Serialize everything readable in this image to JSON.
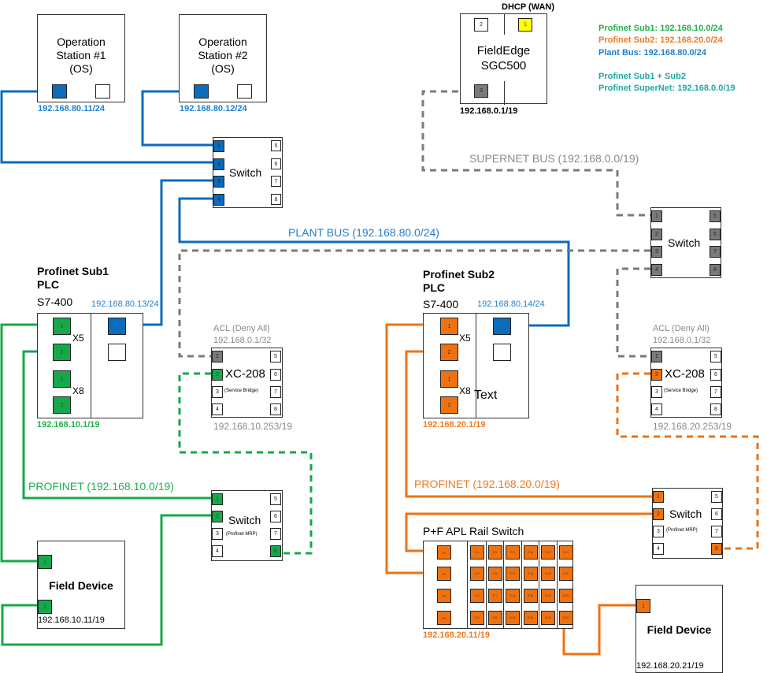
{
  "colors": {
    "plant_bus": "#0b6bbd",
    "profinet_sub1": "#16a84a",
    "profinet_sub2": "#ee7211",
    "supernet": "#7a7a7a",
    "wan_port": "#ffff00",
    "legend_teal": "#21a8a0"
  },
  "legend": {
    "sub1": "Profinet Sub1: 192.168.10.0/24",
    "sub2": "Profinet Sub2: 192.168.20.0/24",
    "plant": "Plant Bus: 192.168.80.0/24",
    "supernet_line1": "Profinet Sub1 + Sub2",
    "supernet_line2": "Profinet SuperNet: 192.168.0.0/19"
  },
  "bus_labels": {
    "plant_bus": "PLANT BUS (192.168.80.0/24)",
    "supernet_bus": "SUPERNET BUS (192.168.0.0/19)",
    "profinet1": "PROFINET (192.168.10.0/19)",
    "profinet2": "PROFINET (192.168.20.0/19)"
  },
  "os1": {
    "line1": "Operation",
    "line2": "Station #1",
    "line3": "(OS)",
    "ip": "192.168.80.11/24"
  },
  "os2": {
    "line1": "Operation",
    "line2": "Station #2",
    "line3": "(OS)",
    "ip": "192.168.80.12/24"
  },
  "fieldedge": {
    "top_label": "DHCP (WAN)",
    "line1": "FieldEdge",
    "line2": "SGC500",
    "ip": "192.168.0.1/19",
    "ports": [
      "1",
      "2",
      "3"
    ]
  },
  "plant_switch": {
    "label": "Switch",
    "ports": [
      "1",
      "2",
      "3",
      "4",
      "5",
      "6",
      "7",
      "8"
    ]
  },
  "supernet_switch": {
    "label": "Switch",
    "ports": [
      "1",
      "2",
      "3",
      "4",
      "5",
      "6",
      "7",
      "8"
    ]
  },
  "plc1": {
    "title1": "Profinet Sub1",
    "title2": "PLC",
    "model": "S7-400",
    "plant_ip": "192.168.80.13/24",
    "profinet_ip": "192.168.10.1/19",
    "x5": "X5",
    "x8": "X8",
    "ports": [
      "1",
      "2",
      "1",
      "2"
    ]
  },
  "plc2": {
    "title1": "Profinet Sub2",
    "title2": "PLC",
    "model": "S7-400",
    "plant_ip": "192.168.80.14/24",
    "profinet_ip": "192.168.20.1/19",
    "x5": "X5",
    "x8": "X8",
    "extra_text": "Text",
    "ports": [
      "1",
      "2",
      "1",
      "2"
    ]
  },
  "xc1": {
    "acl": "ACL (Deny All)",
    "acl_ip": "192.168.0.1/32",
    "label": "XC-208",
    "sub": "(Service Bridge)",
    "ip": "192.168.10.253/19",
    "ports": [
      "1",
      "2",
      "3",
      "4",
      "5",
      "6",
      "7",
      "8"
    ]
  },
  "xc2": {
    "acl": "ACL (Deny All)",
    "acl_ip": "192.168.0.1/32",
    "label": "XC-208",
    "sub": "(Service Bridge)",
    "ip": "192.168.20.253/19",
    "ports": [
      "1",
      "2",
      "3",
      "4",
      "5",
      "6",
      "7",
      "8"
    ]
  },
  "mrp1": {
    "label": "Switch",
    "sub": "(Profinet MRP)",
    "ports": [
      "1",
      "2",
      "3",
      "4",
      "5",
      "6",
      "7",
      "8"
    ]
  },
  "mrp2": {
    "label": "Switch",
    "sub": "(Profinet MRP)",
    "ports": [
      "1",
      "2",
      "3",
      "4",
      "5",
      "6",
      "7",
      "8"
    ]
  },
  "field1": {
    "label": "Field Device",
    "ip": "192.168.10.11/19",
    "ports": [
      "1",
      "2"
    ]
  },
  "field2": {
    "label": "Field Device",
    "ip": "192.168.20.21/19",
    "ports": [
      "1"
    ]
  },
  "apl": {
    "title": "P+F APL Rail Switch",
    "ip": "192.168.20.11/19",
    "trunk_ports": [
      "P1",
      "P2",
      "P3",
      "P4"
    ],
    "spur_ports": [
      "S 1",
      "S 2",
      "S 3",
      "S 4",
      "S 5",
      "S 6",
      "S 7",
      "S 8",
      "S 9",
      "S 10",
      "S 11",
      "S 12",
      "S 13",
      "S 14",
      "S 15",
      "S 16",
      "S 17",
      "S 18",
      "S 19",
      "S 20",
      "S 21",
      "S 22",
      "S 23",
      "S 24"
    ]
  }
}
